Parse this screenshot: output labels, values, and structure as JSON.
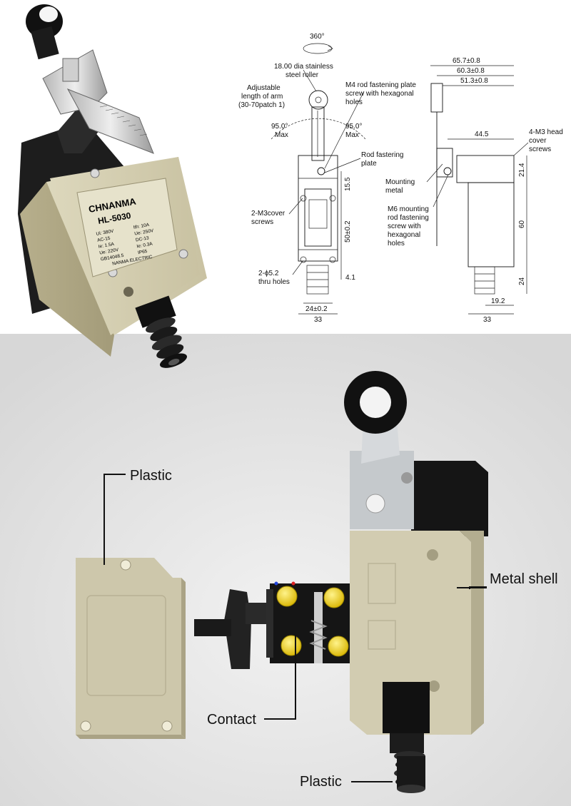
{
  "photo_label": {
    "brand": "CHNANMA",
    "model": "HL-5030",
    "specs": [
      "Ui: 380V",
      "Ith: 10A",
      "AC-15",
      "Ue: 250V",
      "Ie: 1.5A",
      "DC-13",
      "Ue: 220V",
      "Ie: 0.3A",
      "GB14048.5",
      "IP65"
    ],
    "maker": "NANMA ELECTRIC"
  },
  "drawing": {
    "rotation": "360°",
    "roller": [
      "18.00 dia stainless",
      "steel roller"
    ],
    "arm": [
      "Adjustable",
      "length of arm",
      "(30-70patch 1)"
    ],
    "angle_left": [
      "95.0°",
      "Max"
    ],
    "angle_right": [
      "95.0°",
      "Max"
    ],
    "m4_screw": [
      "M4 rod fastening plate",
      "screw with hexagonal",
      "holes"
    ],
    "rod_plate": [
      "Rod fastering",
      "plate"
    ],
    "cover_screws": [
      "2-M3cover",
      "screws"
    ],
    "thru_holes": [
      "2-ϕ5.2",
      "thru holes"
    ],
    "mounting_metal": [
      "Mounting",
      "metal"
    ],
    "m6_screw": [
      "M6 mounting",
      "rod fastening",
      "screw with",
      "hexagonal",
      "holes"
    ],
    "head_screws": [
      "4-M3 head",
      "cover",
      "screws"
    ],
    "dims": {
      "d65": "65.7±0.8",
      "d60": "60.3±0.8",
      "d51": "51.3±0.8",
      "d44": "44.5",
      "d21": "21.4",
      "d60v": "60",
      "d24v": "24",
      "d19": "19.2",
      "d33a": "33",
      "d33b": "33",
      "d24h": "24±0.2",
      "d15": "15.5",
      "d50": "50±0.2",
      "d4": "4.1"
    }
  },
  "exploded": {
    "plastic_top": "Plastic",
    "metal_shell": "Metal shell",
    "contact": "Contact",
    "plastic_bottom": "Plastic"
  }
}
